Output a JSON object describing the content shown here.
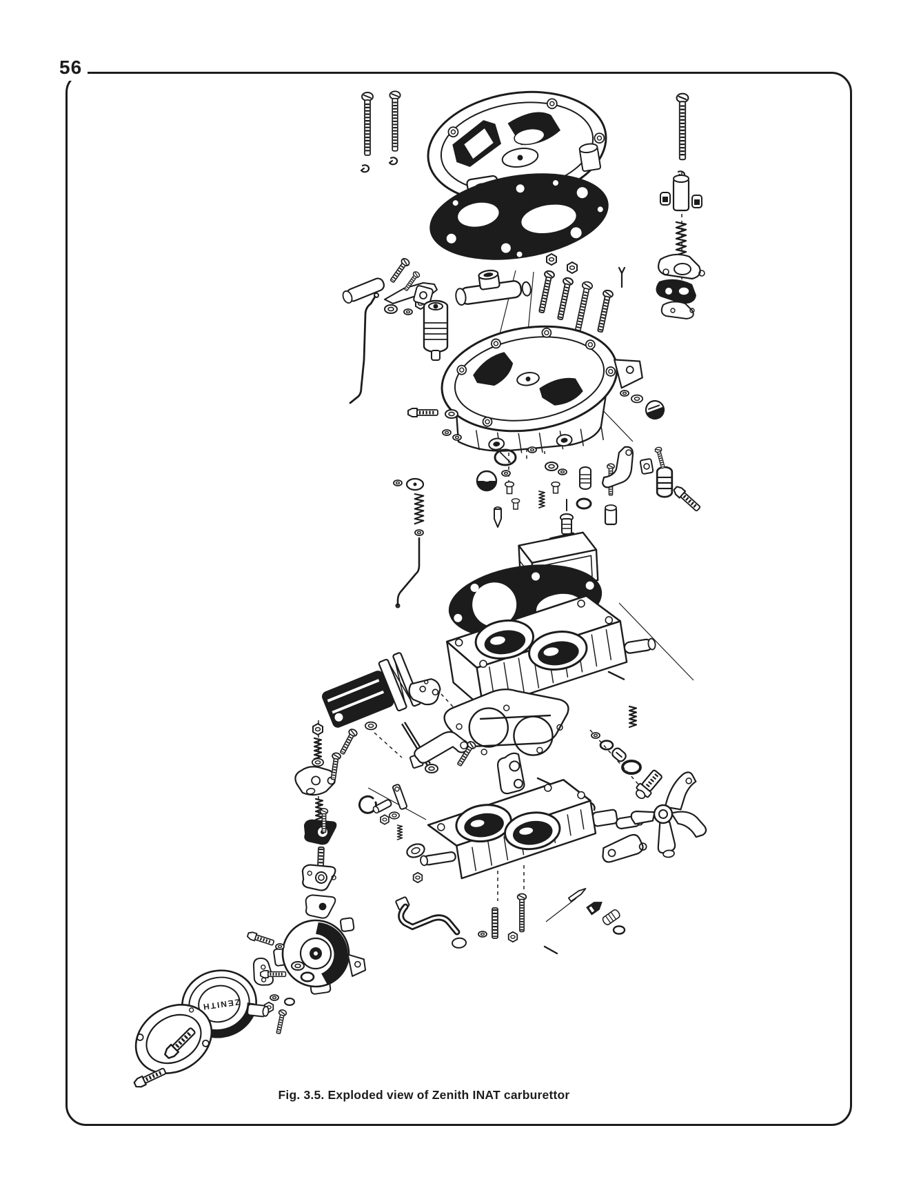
{
  "page": {
    "number": "56"
  },
  "figure": {
    "caption": "Fig. 3.5. Exploded view of Zenith INAT carburettor",
    "brand_label": "ZENITH"
  },
  "colors": {
    "paper": "#ffffff",
    "ink": "#1c1c1c"
  },
  "diagram": {
    "type": "exploded-view",
    "subject": "Zenith INAT carburettor",
    "components": [
      "cover fixing screws with lock washers",
      "air horn (top cover) casting",
      "top cover gasket",
      "choke piston screw, spring and flange plates",
      "fast idle lever and pivot cluster",
      "ribbed vacuum piston",
      "bent actuating rod",
      "fuel inlet tee fitting",
      "jet retaining screws row",
      "main body (float chamber cover) with venturis",
      "idle jets, washers and needle valve",
      "pump discharge spring and rod",
      "power valve piston",
      "float chamber",
      "float chamber gasket",
      "main body casting with twin bores",
      "accelerator pump assembly with link plate",
      "pump lever bracket, springs and triangular plates",
      "choke housing",
      "choke diaphragm cover marked ZENITH",
      "diaphragm cover gasket and fixing bolts",
      "throttle body gasket",
      "throttle return wrench lever",
      "spindle bracket",
      "throttle body with twin bores and studs",
      "throttle linkage levers and fast idle cam",
      "mixture screws, jets and o-rings"
    ]
  }
}
